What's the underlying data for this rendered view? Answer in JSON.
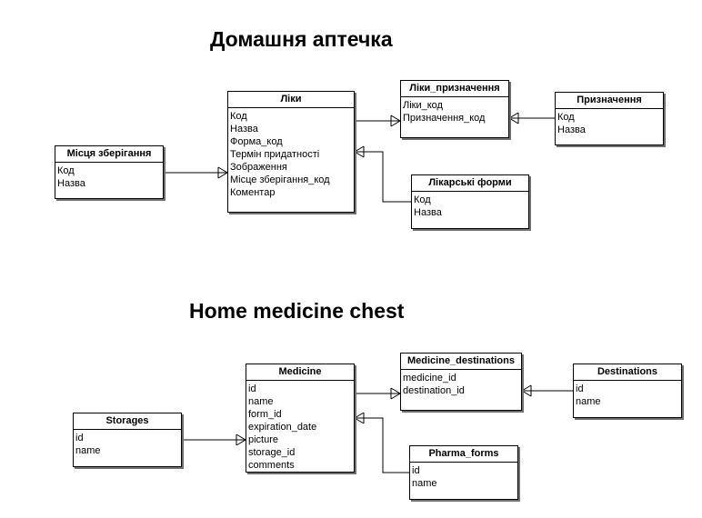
{
  "diagrams": [
    {
      "title": "Домашня аптечка",
      "entities": [
        {
          "name": "Ліки",
          "fields": [
            "Код",
            "Назва",
            "Форма_код",
            "Термін придатності",
            "Зображення",
            "Місце зберігання_код",
            "Коментар"
          ]
        },
        {
          "name": "Ліки_призначення",
          "fields": [
            "Ліки_код",
            "Призначення_код"
          ]
        },
        {
          "name": "Призначення",
          "fields": [
            "Код",
            "Назва"
          ]
        },
        {
          "name": "Місця зберігання",
          "fields": [
            "Код",
            "Назва"
          ]
        },
        {
          "name": "Лікарські форми",
          "fields": [
            "Код",
            "Назва"
          ]
        }
      ]
    },
    {
      "title": "Home medicine chest",
      "entities": [
        {
          "name": "Medicine",
          "fields": [
            "id",
            "name",
            "form_id",
            "expiration_date",
            "picture",
            "storage_id",
            "comments"
          ]
        },
        {
          "name": "Medicine_destinations",
          "fields": [
            "medicine_id",
            "destination_id"
          ]
        },
        {
          "name": "Destinations",
          "fields": [
            "id",
            "name"
          ]
        },
        {
          "name": "Storages",
          "fields": [
            "id",
            "name"
          ]
        },
        {
          "name": "Pharma_forms",
          "fields": [
            "id",
            "name"
          ]
        }
      ]
    }
  ],
  "relationships": [
    {
      "from": "Ліки",
      "to": "Ліки_призначення",
      "cardinality": "one-to-many"
    },
    {
      "from": "Призначення",
      "to": "Ліки_призначення",
      "cardinality": "one-to-many"
    },
    {
      "from": "Місця зберігання",
      "to": "Ліки",
      "cardinality": "one-to-many"
    },
    {
      "from": "Лікарські форми",
      "to": "Ліки",
      "cardinality": "one-to-many"
    },
    {
      "from": "Medicine",
      "to": "Medicine_destinations",
      "cardinality": "one-to-many"
    },
    {
      "from": "Destinations",
      "to": "Medicine_destinations",
      "cardinality": "one-to-many"
    },
    {
      "from": "Storages",
      "to": "Medicine",
      "cardinality": "one-to-many"
    },
    {
      "from": "Pharma_forms",
      "to": "Medicine",
      "cardinality": "one-to-many"
    }
  ]
}
